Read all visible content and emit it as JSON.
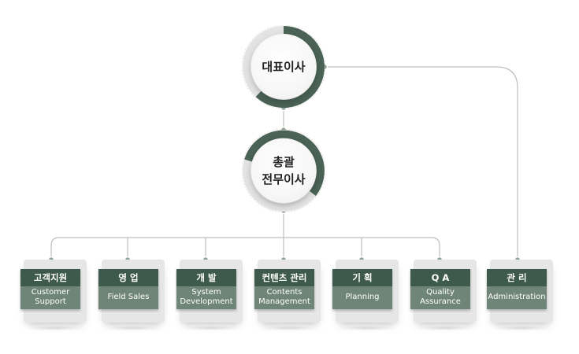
{
  "ceo": {
    "label": "대표이사"
  },
  "director": {
    "line1": "총괄",
    "line2": "전무이사"
  },
  "departments": [
    {
      "ko": "고객지원",
      "en1": "Customer",
      "en2": "Support"
    },
    {
      "ko": "영 업",
      "en1": "Field Sales",
      "en2": ""
    },
    {
      "ko": "개 발",
      "en1": "System",
      "en2": "Development"
    },
    {
      "ko": "컨텐츠 관리",
      "en1": "Contents",
      "en2": "Management"
    },
    {
      "ko": "기 획",
      "en1": "Planning",
      "en2": ""
    },
    {
      "ko": "Q A",
      "en1": "Quality",
      "en2": "Assurance"
    },
    {
      "ko": "관 리",
      "en1": "Administration",
      "en2": ""
    }
  ],
  "colors": {
    "ring_dark": "#4a6356",
    "ring_light": "#e3e3e3",
    "tab": "#3e5a4d",
    "body": "#6f8577",
    "card": "#e6e6e6",
    "line": "#b5b5b5"
  }
}
